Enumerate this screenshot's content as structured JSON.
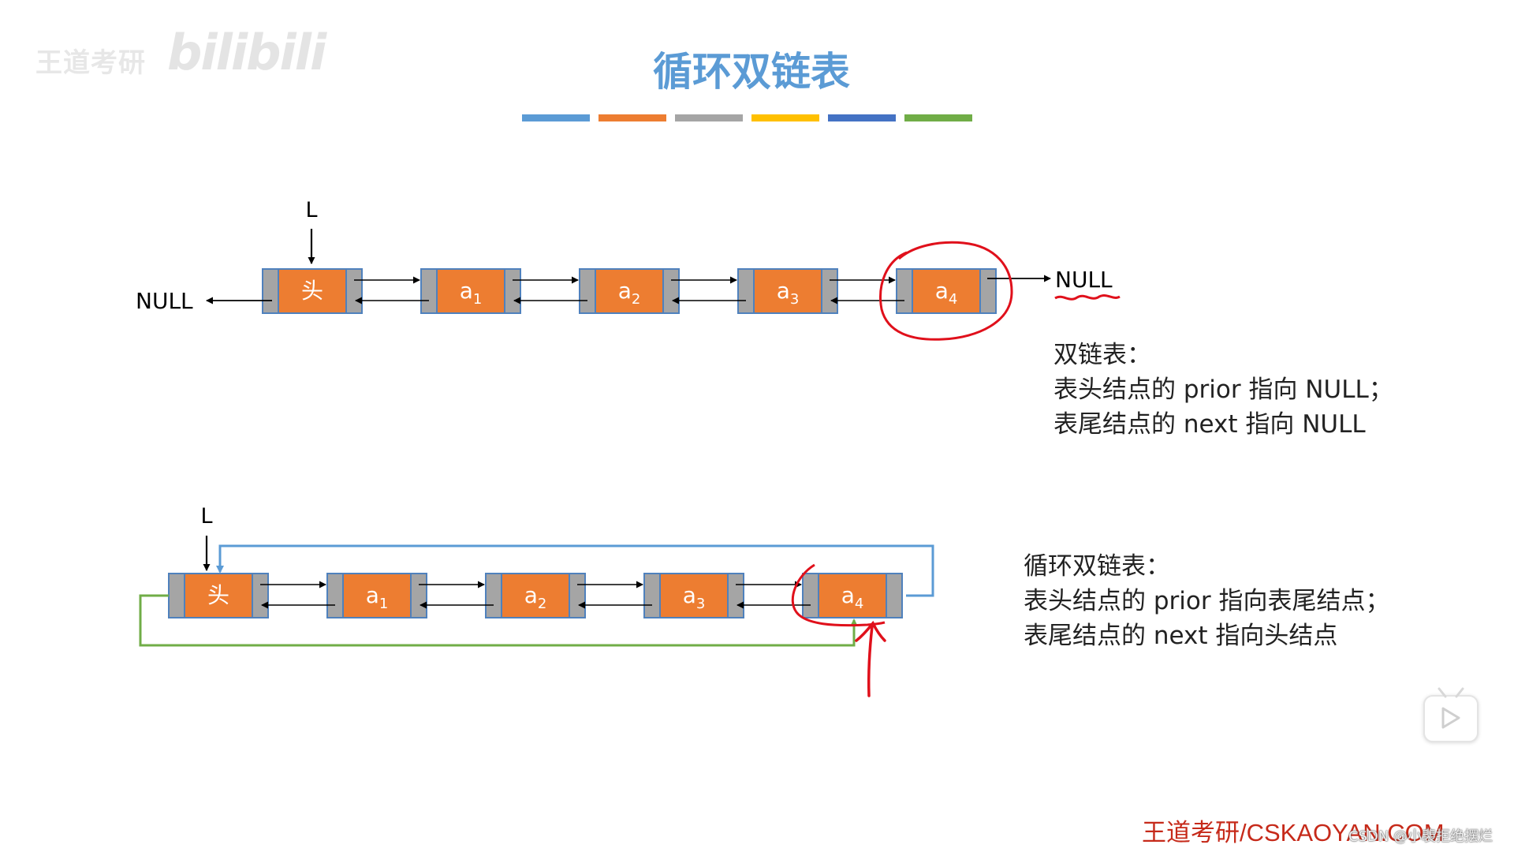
{
  "title": "循环双链表",
  "colors": {
    "title": "#5b9bd5",
    "stripe": [
      "#5b9bd5",
      "#ed7d31",
      "#a5a5a5",
      "#ffc000",
      "#4472c4",
      "#70ad47"
    ],
    "node_data": "#ed7d31",
    "node_ptr": "#a5a5a5",
    "node_border": "#4f81bd",
    "arrow": "#000000",
    "link_tail_to_head": "#5b9bd5",
    "link_head_to_tail": "#70ad47",
    "annotation": "#e0101b",
    "footer": "#c62a1a"
  },
  "watermark": {
    "brand": "王道考研",
    "bili": "bilibili"
  },
  "top_diagram": {
    "pointer_label": "L",
    "left_null": "NULL",
    "right_null": "NULL",
    "nodes": [
      {
        "label": "头",
        "sub": ""
      },
      {
        "label": "a",
        "sub": "1"
      },
      {
        "label": "a",
        "sub": "2"
      },
      {
        "label": "a",
        "sub": "3"
      },
      {
        "label": "a",
        "sub": "4"
      }
    ]
  },
  "bottom_diagram": {
    "pointer_label": "L",
    "nodes": [
      {
        "label": "头",
        "sub": ""
      },
      {
        "label": "a",
        "sub": "1"
      },
      {
        "label": "a",
        "sub": "2"
      },
      {
        "label": "a",
        "sub": "3"
      },
      {
        "label": "a",
        "sub": "4"
      }
    ]
  },
  "notes_top": {
    "line1": "双链表：",
    "line2": "表头结点的 prior 指向 NULL；",
    "line3": "表尾结点的 next 指向 NULL"
  },
  "notes_bottom": {
    "line1": "循环双链表：",
    "line2": "表头结点的 prior 指向表尾结点；",
    "line3": "表尾结点的 next 指向头结点"
  },
  "footer": {
    "brand": "王道考研/CSKAOYAN.COM",
    "credit": "CSDN @小裴拒绝摆烂"
  }
}
